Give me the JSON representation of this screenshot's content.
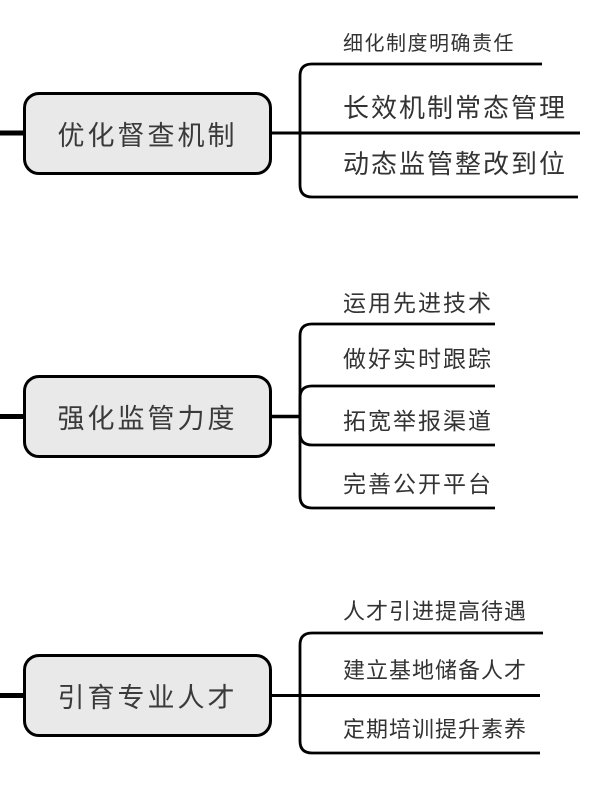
{
  "diagram": {
    "type": "mindmap-branches",
    "style": {
      "background_color": "#ffffff",
      "line_color": "#000000",
      "node_fill_color": "#e9e9e9",
      "node_border_color": "#000000",
      "text_color": "#3a3a3a"
    },
    "groups": [
      {
        "node": {
          "label": "优化督查机制"
        },
        "children": [
          {
            "label": "细化制度明确责任"
          },
          {
            "label": "长效机制常态管理"
          },
          {
            "label": "动态监管整改到位"
          }
        ]
      },
      {
        "node": {
          "label": "强化监管力度"
        },
        "children": [
          {
            "label": "运用先进技术"
          },
          {
            "label": "做好实时跟踪"
          },
          {
            "label": "拓宽举报渠道"
          },
          {
            "label": "完善公开平台"
          }
        ]
      },
      {
        "node": {
          "label": "引育专业人才"
        },
        "children": [
          {
            "label": "人才引进提高待遇"
          },
          {
            "label": "建立基地储备人才"
          },
          {
            "label": "定期培训提升素养"
          }
        ]
      }
    ]
  }
}
